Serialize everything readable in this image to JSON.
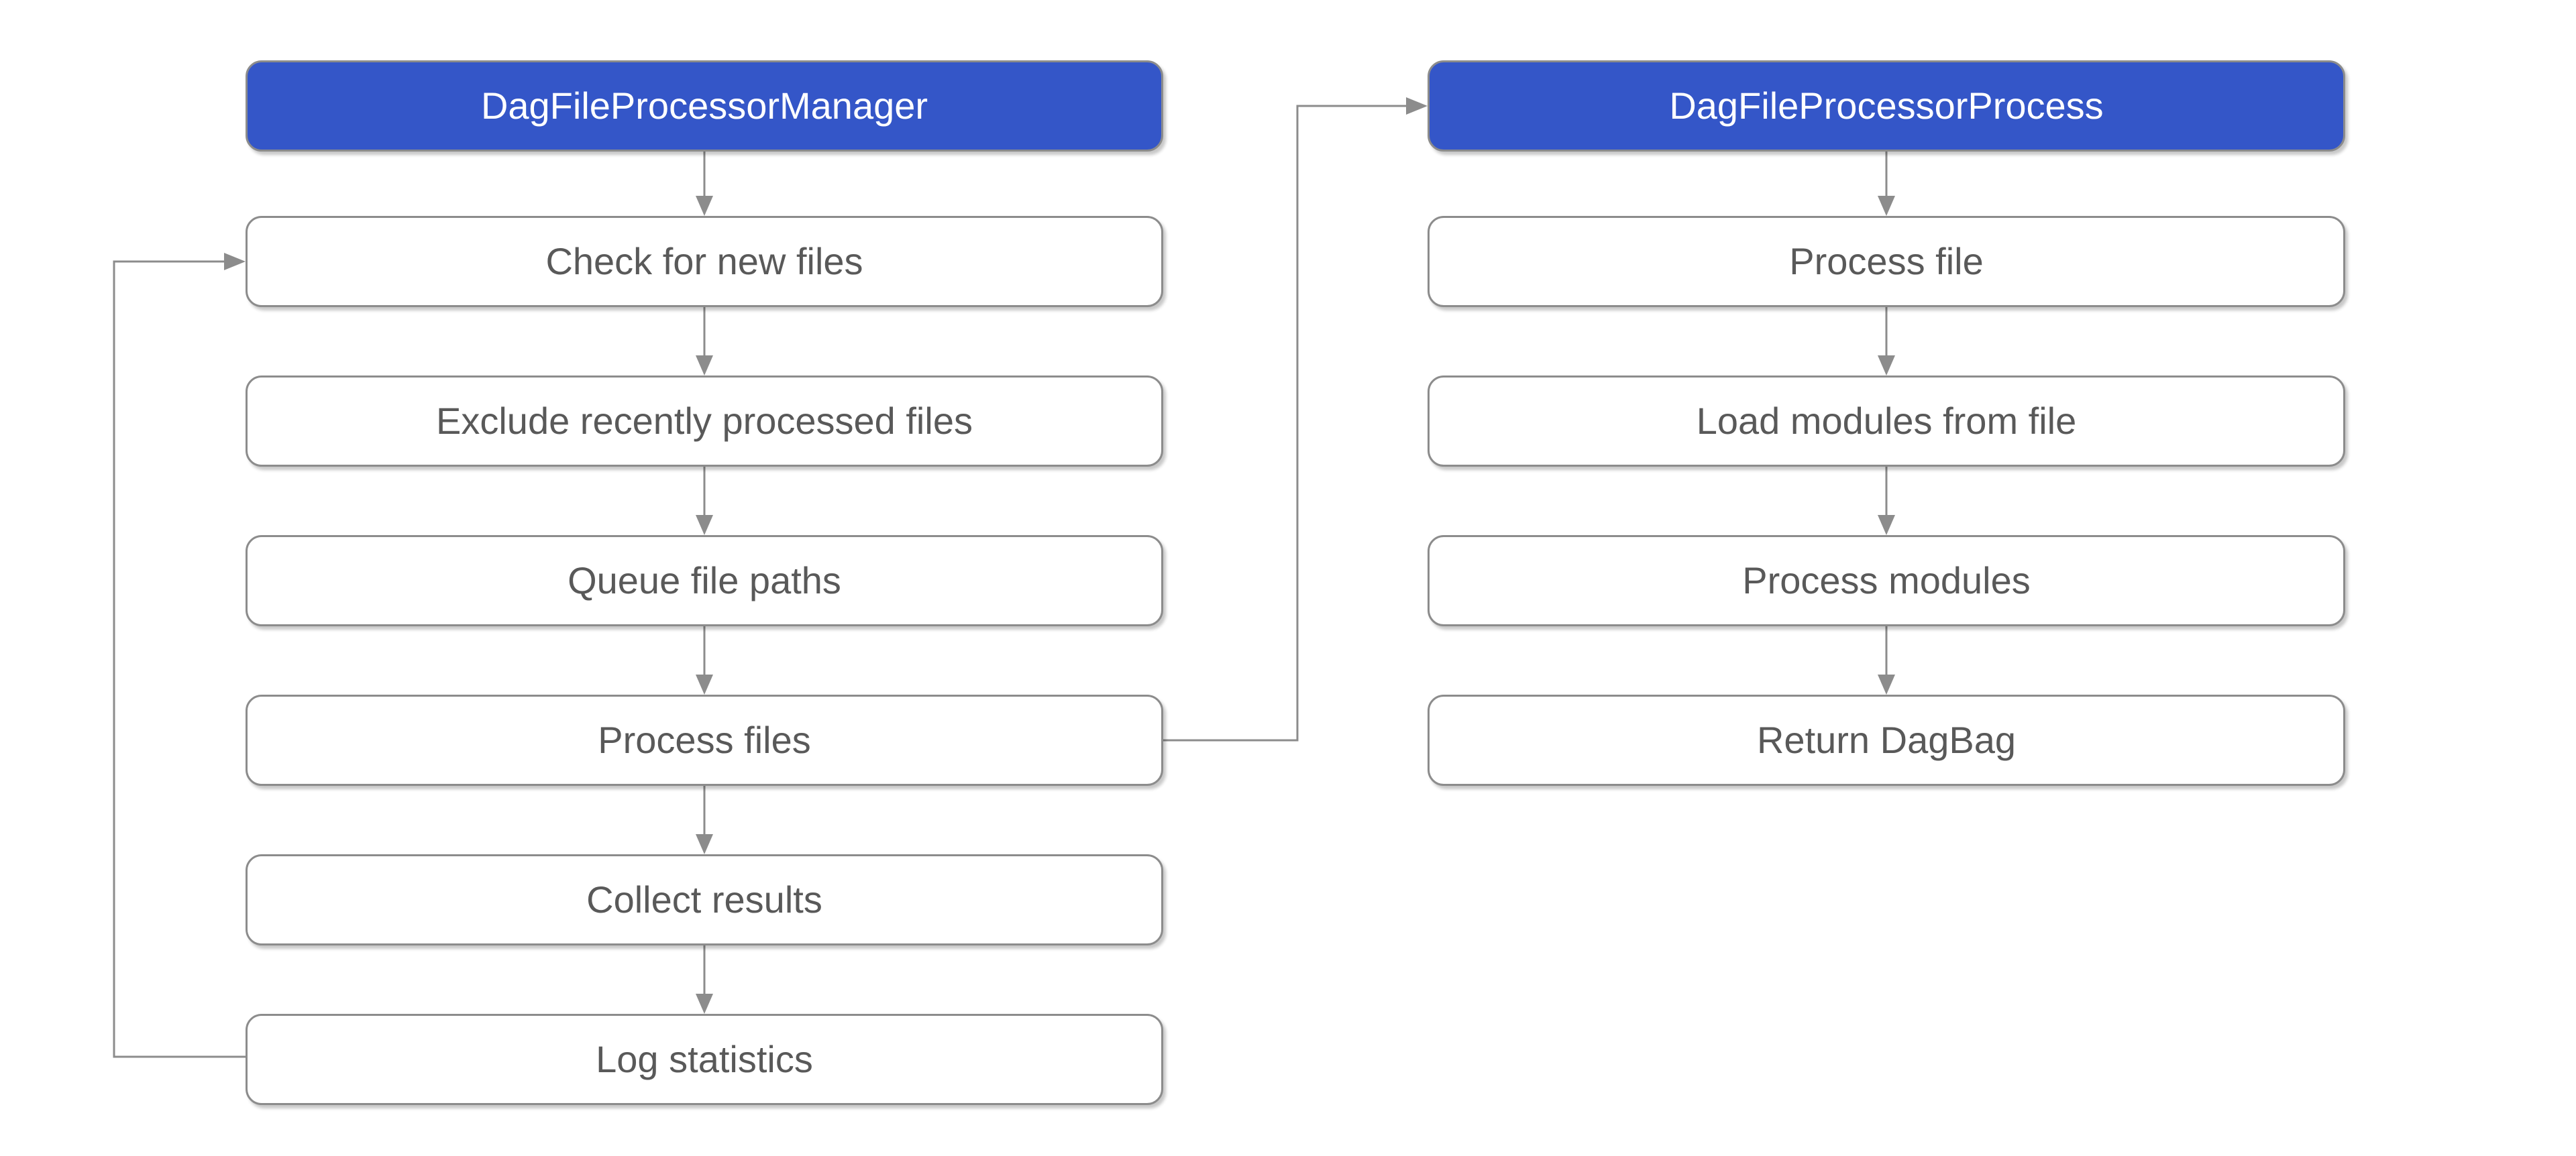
{
  "diagram": {
    "type": "flowchart",
    "background_color": "#ffffff",
    "colors": {
      "header_fill": "#3456C8",
      "header_text": "#ffffff",
      "step_fill": "#ffffff",
      "step_border": "#8C8C8C",
      "step_text": "#595959",
      "connector": "#8C8C8C"
    },
    "left_flow": {
      "header": "DagFileProcessorManager",
      "steps": [
        "Check for new files",
        "Exclude recently processed files",
        "Queue file paths",
        "Process files",
        "Collect results",
        "Log statistics"
      ]
    },
    "right_flow": {
      "header": "DagFileProcessorProcess",
      "steps": [
        "Process file",
        "Load modules from file",
        "Process modules",
        "Return DagBag"
      ]
    },
    "edges": [
      {
        "from": "DagFileProcessorManager",
        "to": "Check for new files",
        "type": "down-arrow"
      },
      {
        "from": "Check for new files",
        "to": "Exclude recently processed files",
        "type": "down-arrow"
      },
      {
        "from": "Exclude recently processed files",
        "to": "Queue file paths",
        "type": "down-arrow"
      },
      {
        "from": "Queue file paths",
        "to": "Process files",
        "type": "down-arrow"
      },
      {
        "from": "Process files",
        "to": "Collect results",
        "type": "down-arrow"
      },
      {
        "from": "Collect results",
        "to": "Log statistics",
        "type": "down-arrow"
      },
      {
        "from": "Log statistics",
        "to": "Check for new files",
        "type": "loop-back-left"
      },
      {
        "from": "Process files",
        "to": "DagFileProcessorProcess",
        "type": "elbow-right-up"
      },
      {
        "from": "DagFileProcessorProcess",
        "to": "Process file",
        "type": "down-arrow"
      },
      {
        "from": "Process file",
        "to": "Load modules from file",
        "type": "down-arrow"
      },
      {
        "from": "Load modules from file",
        "to": "Process modules",
        "type": "down-arrow"
      },
      {
        "from": "Process modules",
        "to": "Return DagBag",
        "type": "down-arrow"
      }
    ]
  }
}
